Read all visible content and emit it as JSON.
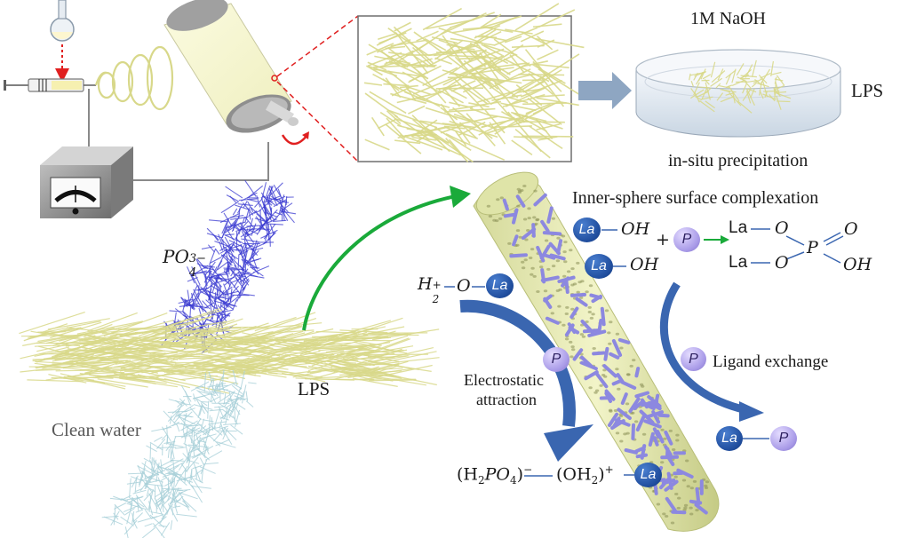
{
  "labels": {
    "naoh": "1M NaOH",
    "lps_dish": "LPS",
    "precipitation": "in-situ precipitation",
    "inner_sphere": "Inner-sphere surface complexation",
    "po4": "PO",
    "po4_sub": "4",
    "po4_sup": "3−",
    "lps_fiber": "LPS",
    "clean_water": "Clean water",
    "electrostatic_1": "Electrostatic",
    "electrostatic_2": "attraction",
    "ligand_exchange": "Ligand exchange"
  },
  "species": {
    "la": "La",
    "p": "P",
    "oh": "OH",
    "o": "O",
    "plus": "+",
    "dash": "—",
    "h2": "H",
    "h2_sub": "2",
    "h2_sup": "+",
    "eq1_left": "(H",
    "eq1_sub": "2",
    "eq1_mid": "PO",
    "eq1_sub2": "4",
    "eq1_right": ")",
    "eq1_sup": "−",
    "eq2_left": "(OH",
    "eq2_sub": "2",
    "eq2_right": ")",
    "eq2_sup": "+"
  },
  "colors": {
    "fiber_yellow": "#d8d88a",
    "fiber_blue": "#3a3ad0",
    "fiber_lightblue": "#a8d0d8",
    "la_blue": "#1f4c9c",
    "p_purple": "#a99be8",
    "arrow_blue": "#3a66b0",
    "arrow_green": "#1aaa3a",
    "dash_red": "#e02020"
  },
  "icons": [
    "flask-icon",
    "syringe-icon",
    "coil-icon",
    "collector-drum-icon",
    "voltmeter-icon",
    "petri-dish-icon"
  ]
}
